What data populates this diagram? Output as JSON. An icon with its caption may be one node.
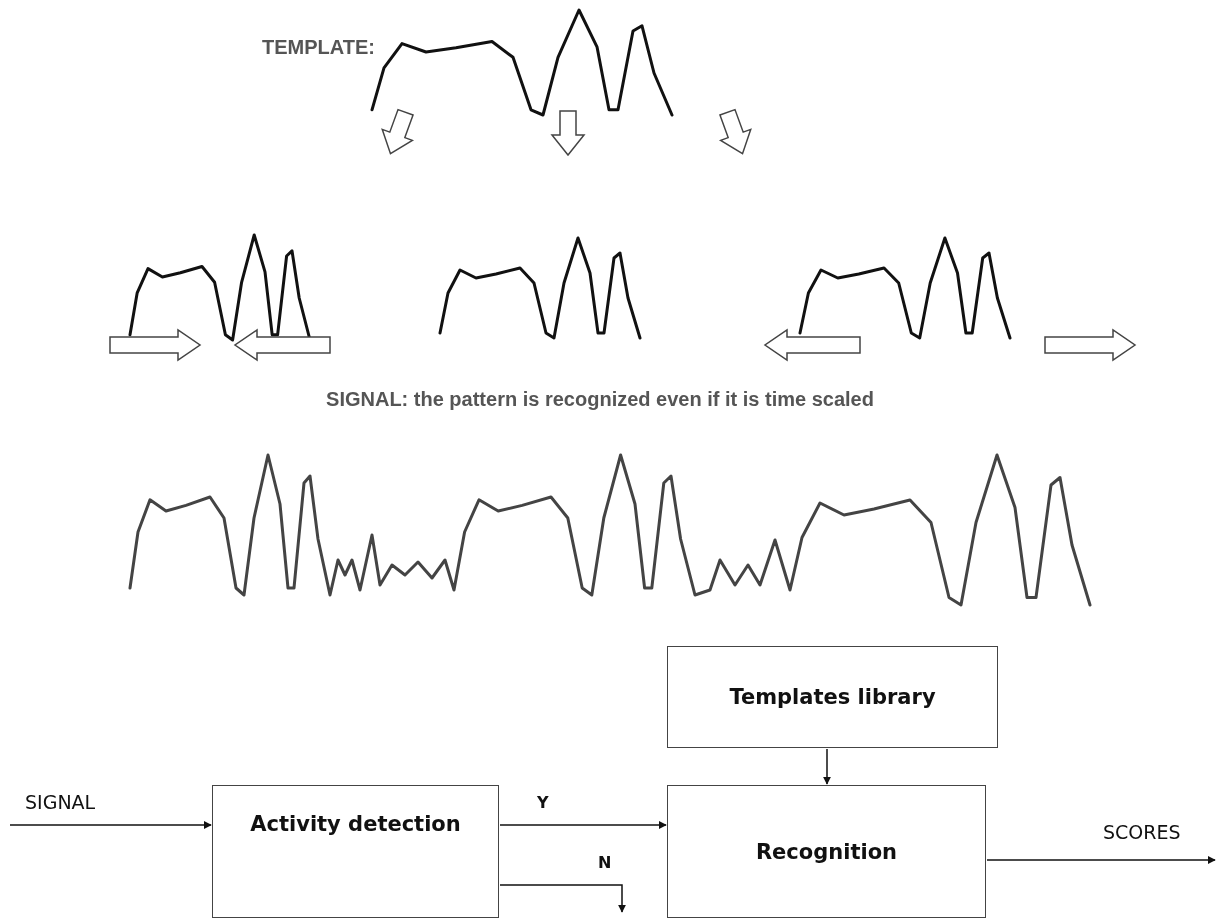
{
  "diagram": {
    "nodes": [
      {
        "text": [
          "Templates library"
        ]
      },
      {
        "text": [
          "Activity detection"
        ]
      },
      {
        "text": [
          "Recognition"
        ]
      }
    ],
    "edges": [
      {
        "from": null,
        "to": 1,
        "arrow": "to",
        "label": "SIGNAL"
      },
      {
        "from": 1,
        "to": 2,
        "arrow": "to",
        "label": "Y"
      },
      {
        "from": 1,
        "to": null,
        "arrow": "to",
        "label": "N"
      },
      {
        "from": 0,
        "to": 2,
        "arrow": "to"
      },
      {
        "from": 2,
        "to": null,
        "arrow": "to",
        "label": "SCORES"
      }
    ],
    "labels": [
      "TEMPLATE:",
      "SIGNAL: the pattern is recognized even if it is time scaled"
    ]
  }
}
